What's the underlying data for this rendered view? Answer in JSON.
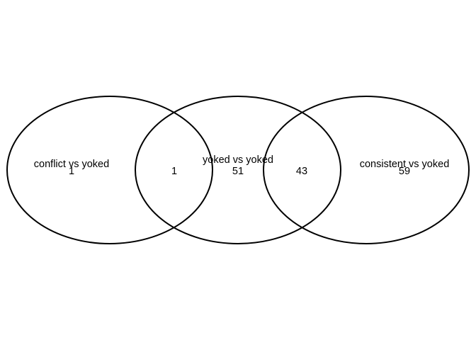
{
  "chart_data": {
    "type": "venn",
    "sets": [
      {
        "label": "conflict vs yoked",
        "only_count": "1"
      },
      {
        "label": "yoked vs yoked",
        "only_count": "51"
      },
      {
        "label": "consistent vs yoked",
        "only_count": "59"
      }
    ],
    "intersections": [
      {
        "sets": [
          "conflict vs yoked",
          "yoked vs yoked"
        ],
        "count": "1"
      },
      {
        "sets": [
          "yoked vs yoked",
          "consistent vs yoked"
        ],
        "count": "43"
      }
    ],
    "stroke_color": "#000000",
    "background_color": "#ffffff"
  }
}
